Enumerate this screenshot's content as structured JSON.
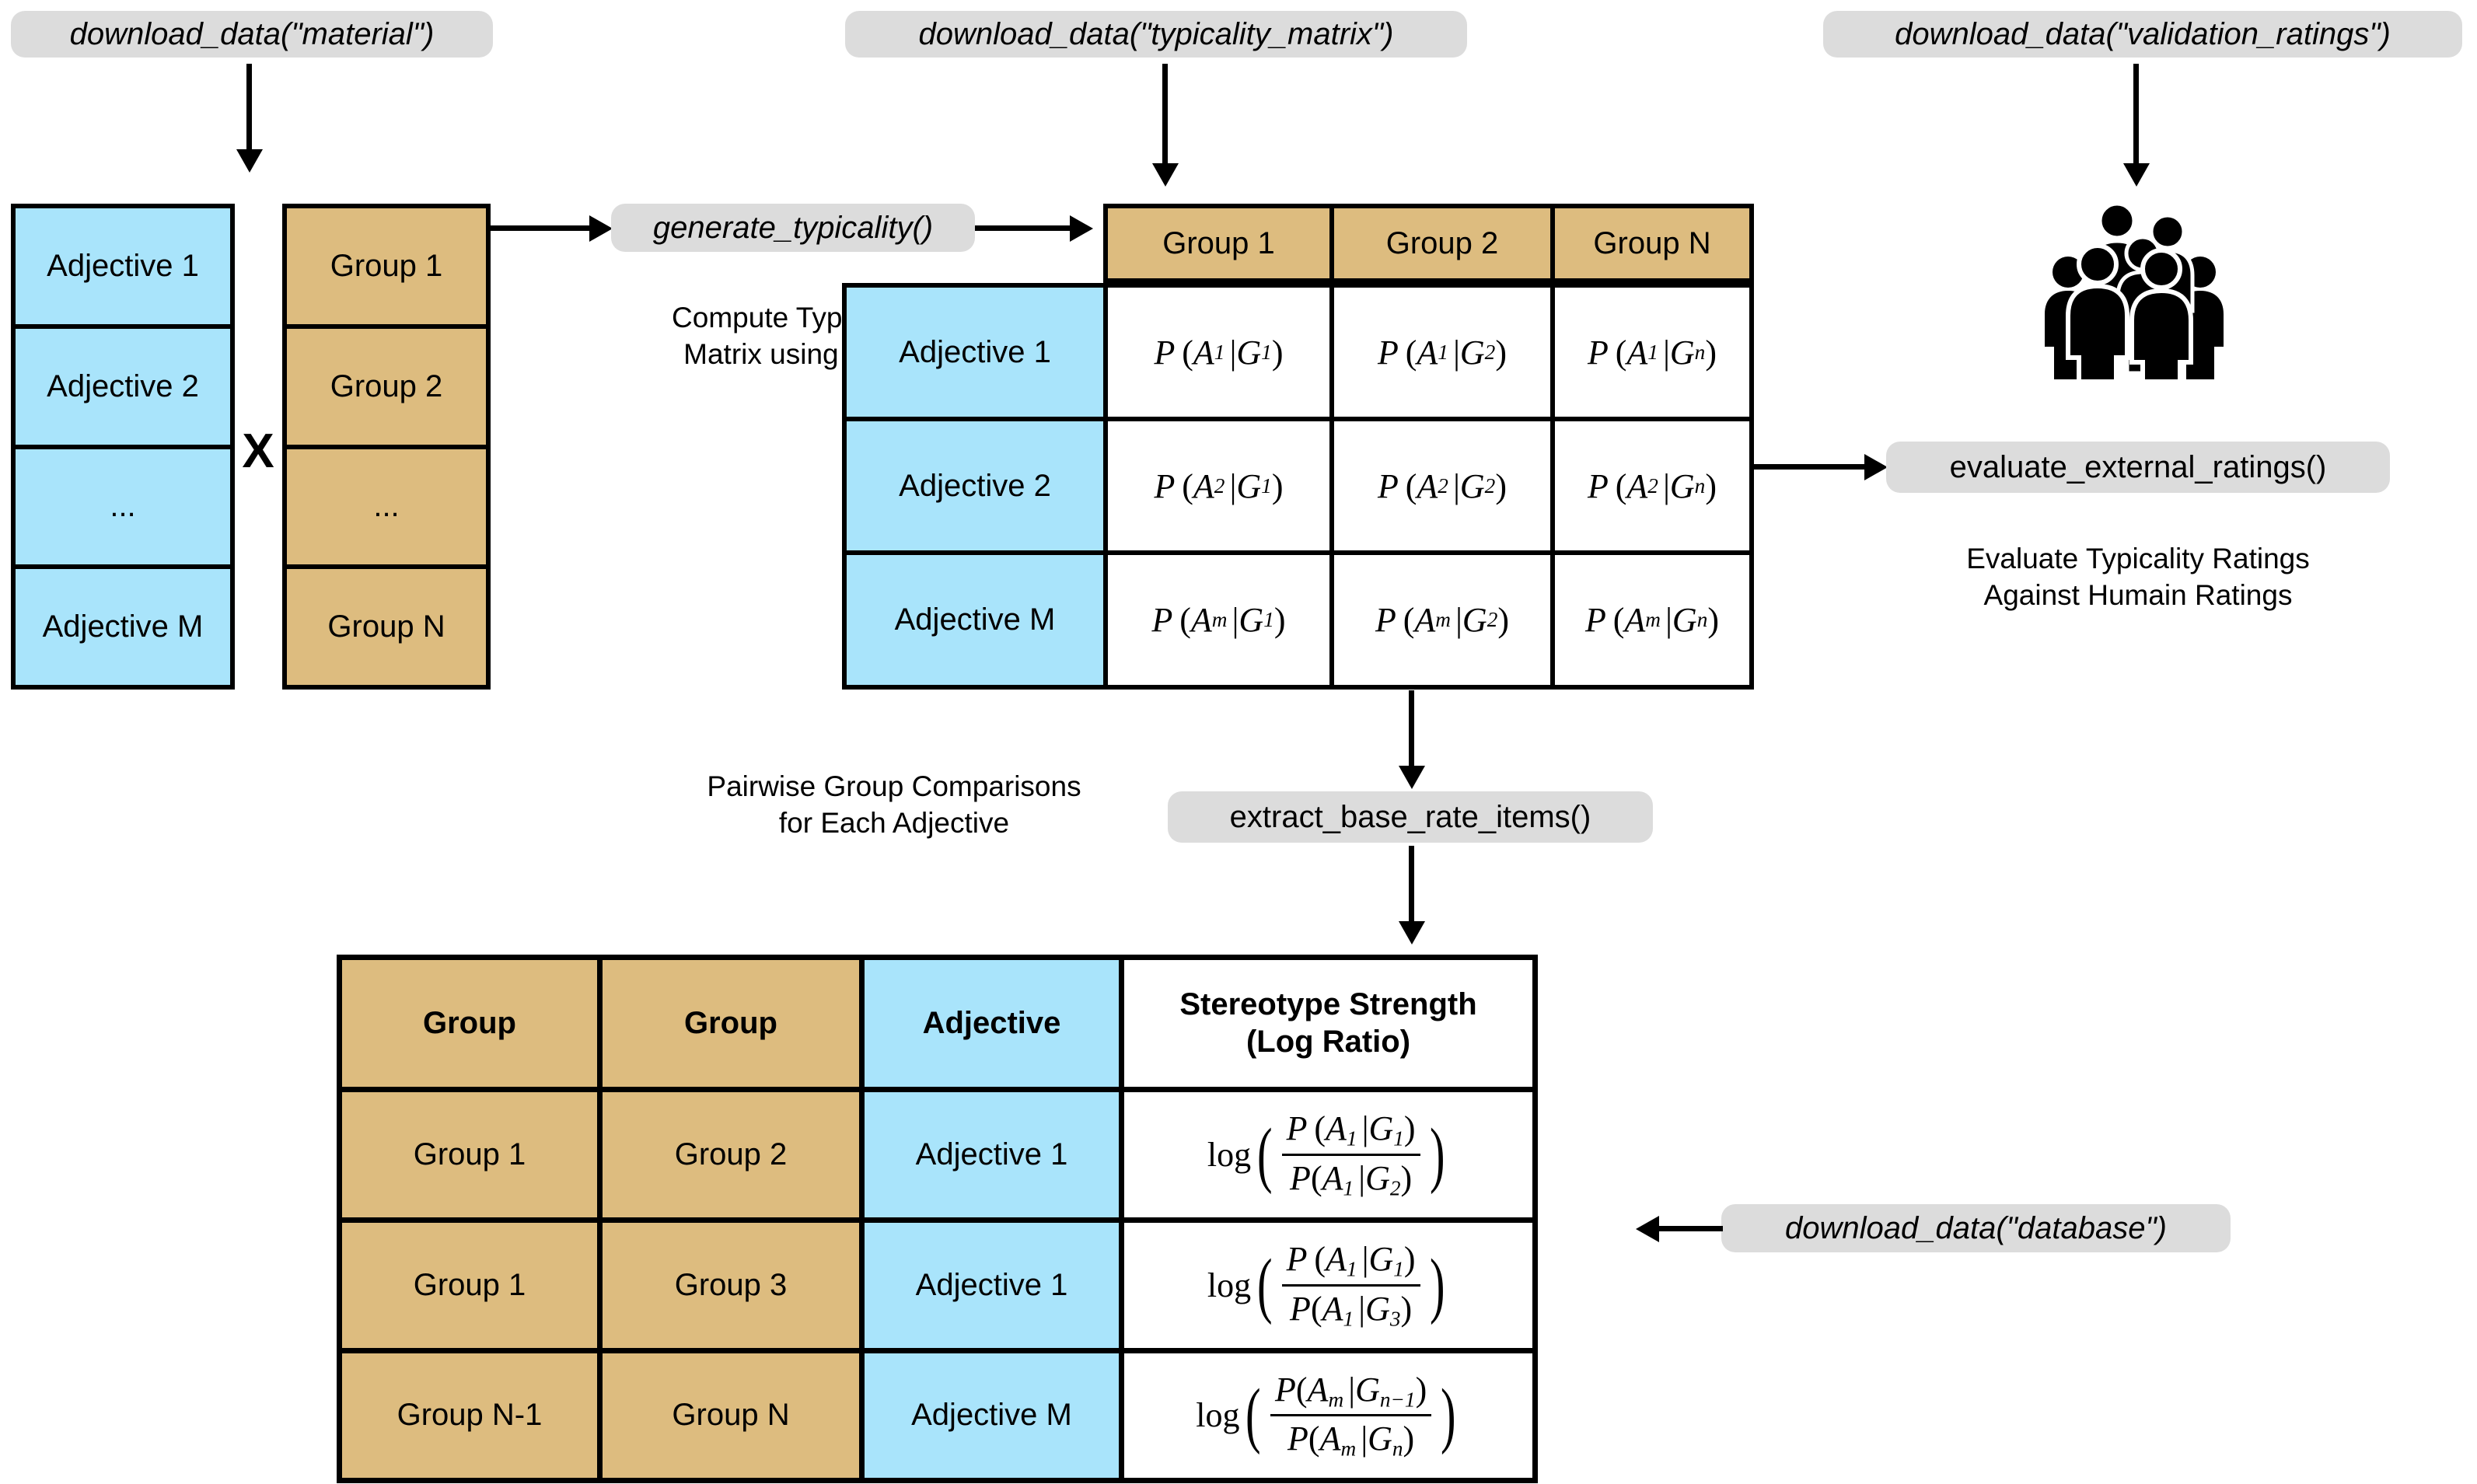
{
  "colors": {
    "adjective_blue": "#A9E4FB",
    "group_tan": "#DDBC7F",
    "pill_grey": "#DCDCDC",
    "stroke": "#000000",
    "cell_white": "#FFFFFF"
  },
  "pills": {
    "download_material": "download_data(\"material\")",
    "download_typicality_matrix": "download_data(\"typicality_matrix\")",
    "download_validation_ratings": "download_data(\"validation_ratings\")",
    "download_database": "download_data(\"database\")",
    "generate_typicality": "generate_typicality()",
    "evaluate_external_ratings": "evaluate_external_ratings()",
    "extract_base_rate_items": "extract_base_rate_items()"
  },
  "captions": {
    "compute_typicality": "Compute Typicality\nMatrix using LLM",
    "evaluate_ratings": "Evaluate Typicality Ratings\nAgainst Humain Ratings",
    "pairwise": "Pairwise Group Comparisons\nfor Each Adjective"
  },
  "adjective_list": {
    "items": [
      "Adjective 1",
      "Adjective 2",
      "...",
      "Adjective M"
    ]
  },
  "group_list": {
    "items": [
      "Group 1",
      "Group 2",
      "...",
      "Group N"
    ]
  },
  "cross_operator": "X",
  "typicality_matrix": {
    "column_headers": [
      "Group 1",
      "Group 2",
      "Group N"
    ],
    "row_headers": [
      "Adjective 1",
      "Adjective 2",
      "Adjective M"
    ],
    "cells": [
      [
        {
          "p": "P",
          "a": "A",
          "asub": "1",
          "g": "G",
          "gsub": "1"
        },
        {
          "p": "P",
          "a": "A",
          "asub": "1",
          "g": "G",
          "gsub": "2"
        },
        {
          "p": "P",
          "a": "A",
          "asub": "1",
          "g": "G",
          "gsub": "n"
        }
      ],
      [
        {
          "p": "P",
          "a": "A",
          "asub": "2",
          "g": "G",
          "gsub": "1"
        },
        {
          "p": "P",
          "a": "A",
          "asub": "2",
          "g": "G",
          "gsub": "2"
        },
        {
          "p": "P",
          "a": "A",
          "asub": "2",
          "g": "G",
          "gsub": "n"
        }
      ],
      [
        {
          "p": "P",
          "a": "A",
          "asub": "m",
          "g": "G",
          "gsub": "1"
        },
        {
          "p": "P",
          "a": "A",
          "asub": "m",
          "g": "G",
          "gsub": "2"
        },
        {
          "p": "P",
          "a": "A",
          "asub": "m",
          "g": "G",
          "gsub": "n"
        }
      ]
    ]
  },
  "result_table": {
    "headers": [
      "Group",
      "Group",
      "Adjective",
      "Stereotype Strength\n(Log Ratio)"
    ],
    "rows": [
      {
        "group_a": "Group 1",
        "group_b": "Group 2",
        "adjective": "Adjective 1",
        "formula": {
          "log": "log",
          "num": {
            "a": "A",
            "asub": "1",
            "g": "G",
            "gsub": "1"
          },
          "den": {
            "a": "A",
            "asub": "1",
            "g": "G",
            "gsub": "2"
          }
        }
      },
      {
        "group_a": "Group 1",
        "group_b": "Group 3",
        "adjective": "Adjective 1",
        "formula": {
          "log": "log",
          "num": {
            "a": "A",
            "asub": "1",
            "g": "G",
            "gsub": "1"
          },
          "den": {
            "a": "A",
            "asub": "1",
            "g": "G",
            "gsub": "3"
          }
        }
      },
      {
        "group_a": "Group N-1",
        "group_b": "Group N",
        "adjective": "Adjective M",
        "formula": {
          "log": "log",
          "num": {
            "a": "A",
            "asub": "m",
            "g": "G",
            "gsub": "n−1"
          },
          "den": {
            "a": "A",
            "asub": "m",
            "g": "G",
            "gsub": "n"
          }
        }
      }
    ]
  },
  "icons": {
    "crowd": "crowd-of-people-icon"
  }
}
